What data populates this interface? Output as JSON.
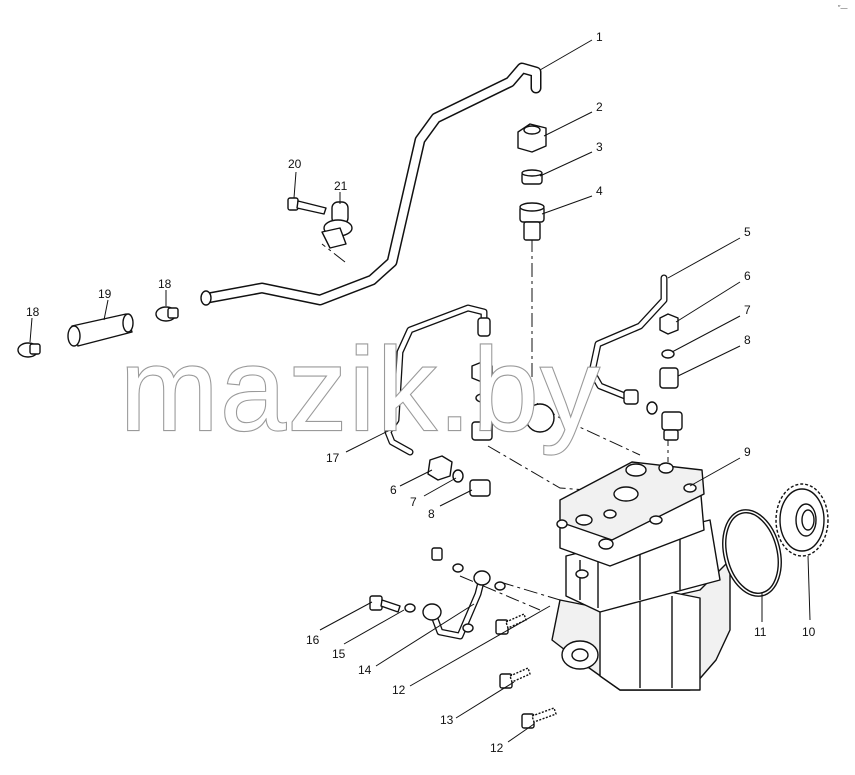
{
  "watermark": "mazik.by",
  "corner_mark": "″—",
  "callouts": [
    "1",
    "2",
    "3",
    "4",
    "5",
    "6",
    "7",
    "8",
    "9",
    "10",
    "11",
    "12",
    "12",
    "13",
    "14",
    "15",
    "16",
    "17",
    "6",
    "7",
    "8",
    "18",
    "18",
    "19",
    "20",
    "21"
  ]
}
